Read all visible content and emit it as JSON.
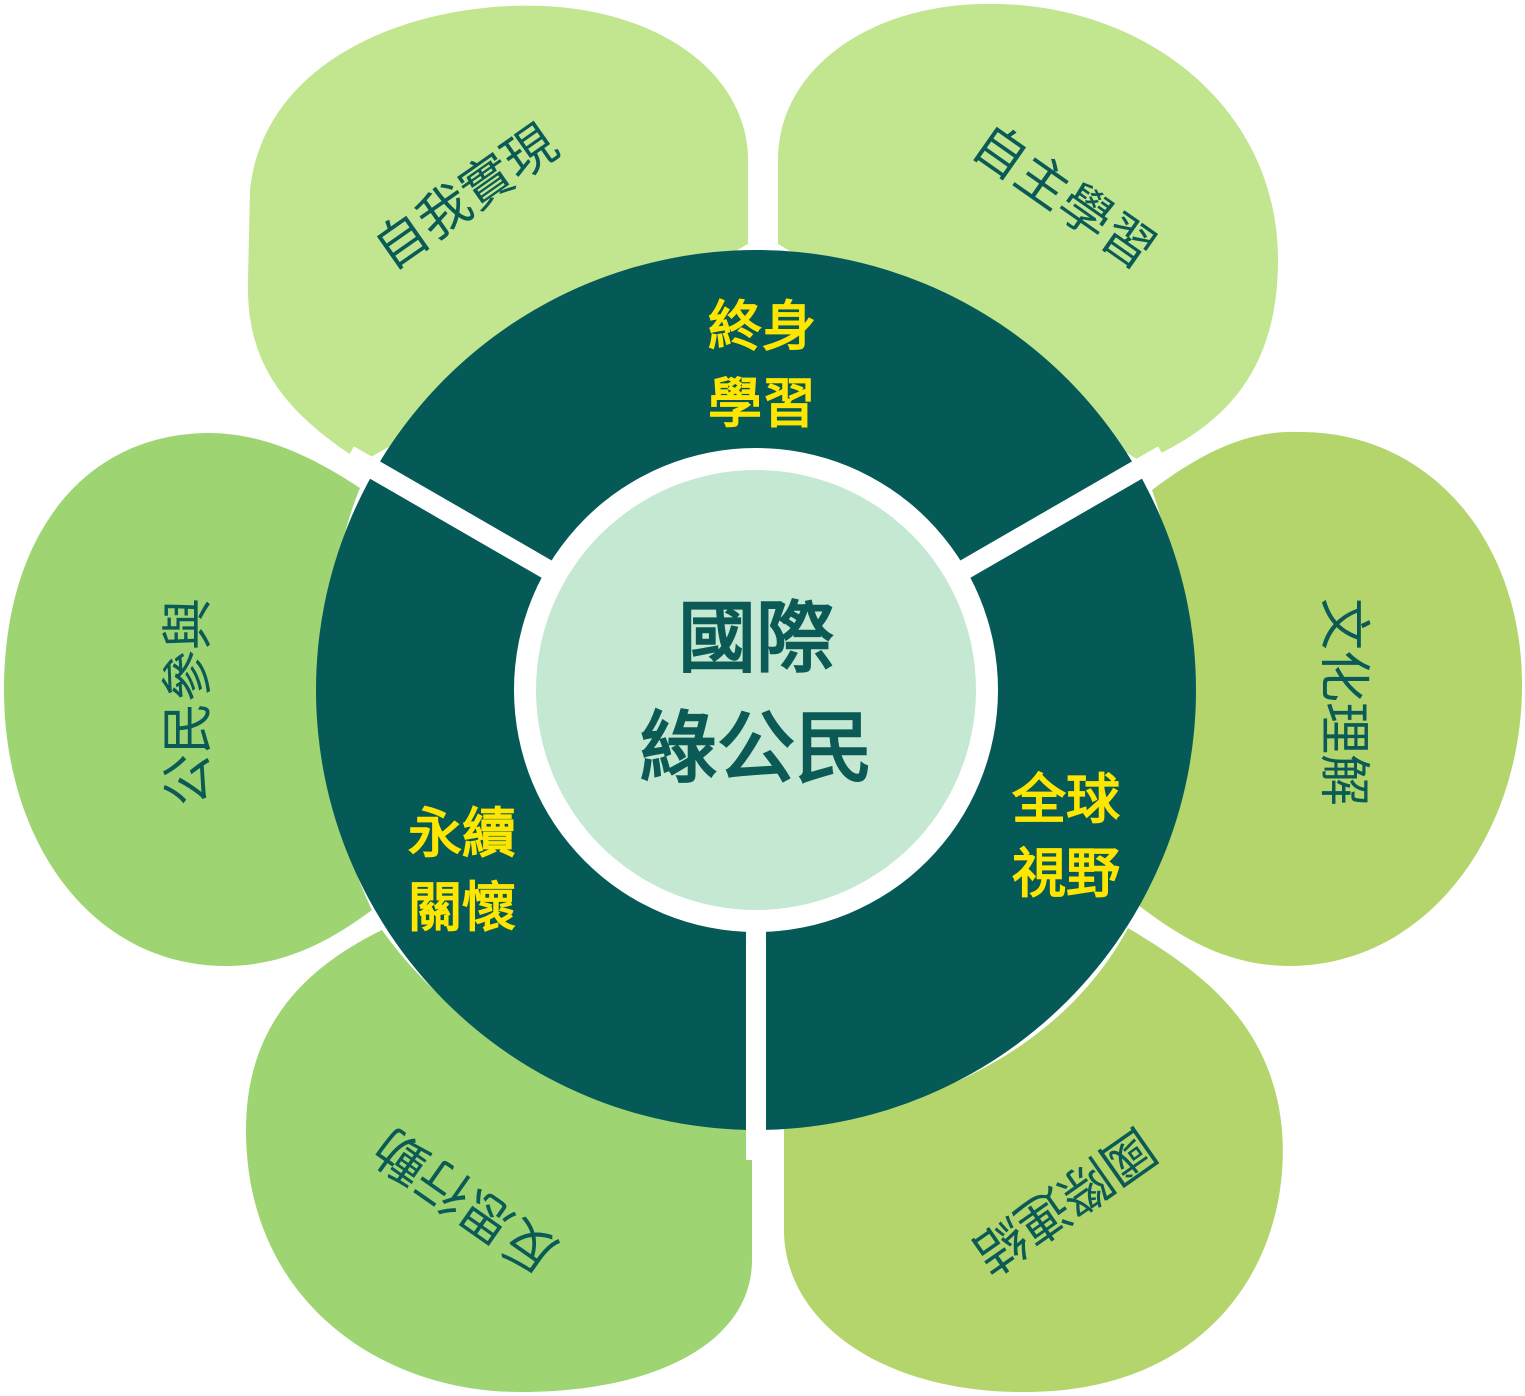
{
  "colors": {
    "petal_light": "#c2e590",
    "petal_mid": "#b4d46c",
    "petal_green": "#9fd473",
    "ring": "#055a58",
    "center": "#c5e8d2",
    "ring_text": "#ffe600",
    "petal_text": "#0a5a55",
    "center_text": "#0b5a55"
  },
  "center": {
    "line1": "國際",
    "line2": "綠公民"
  },
  "ring": [
    {
      "line1": "終身",
      "line2": "學習"
    },
    {
      "line1": "全球",
      "line2": "視野"
    },
    {
      "line1": "永續",
      "line2": "關懷"
    }
  ],
  "petals": [
    {
      "label": "自我實現",
      "color": "petal_light"
    },
    {
      "label": "自主學習",
      "color": "petal_light"
    },
    {
      "label": "文化理解",
      "color": "petal_mid"
    },
    {
      "label": "國際連結",
      "color": "petal_mid"
    },
    {
      "label": "反思行動",
      "color": "petal_green"
    },
    {
      "label": "公民參與",
      "color": "petal_green"
    }
  ]
}
